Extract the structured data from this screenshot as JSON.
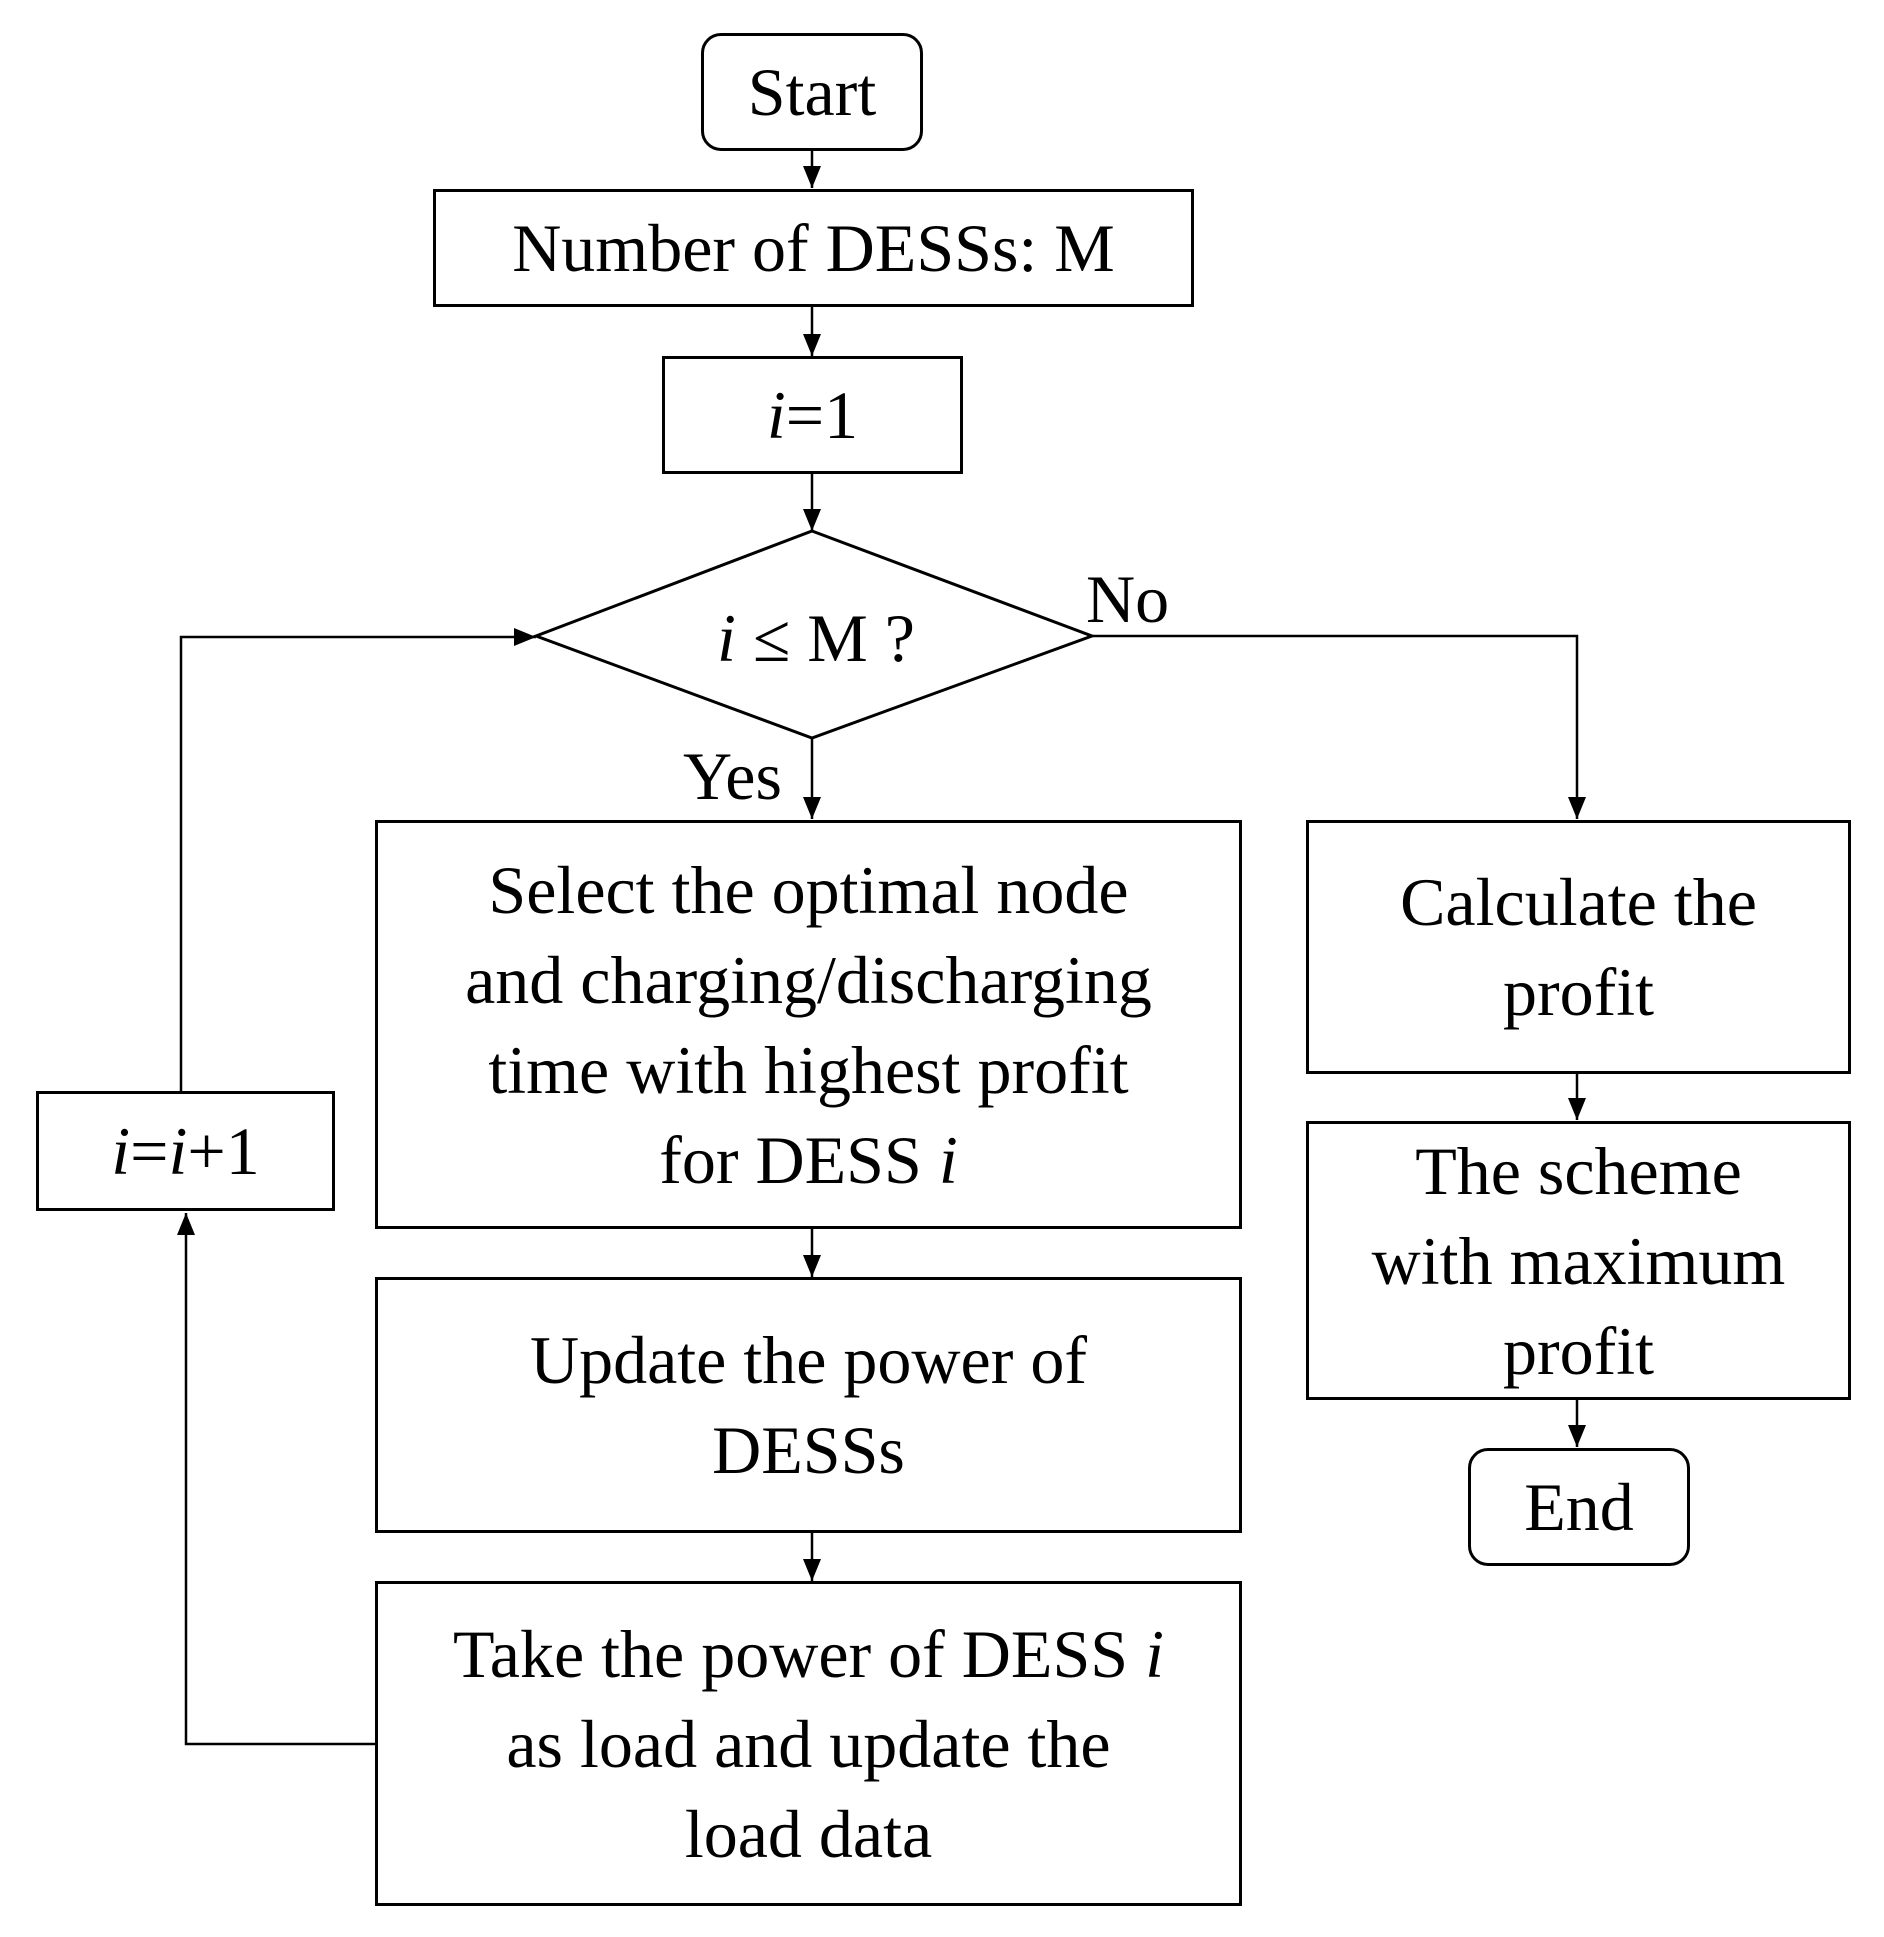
{
  "nodes": {
    "start": {
      "text": "Start"
    },
    "number_of_dess": {
      "text": "Number of DESSs: M"
    },
    "init_i": {
      "var": "i",
      "rest": "=1"
    },
    "decision": {
      "var": "i",
      "op": "≤",
      "rest": "M ?"
    },
    "select_node": {
      "line1": "Select the optimal node",
      "line2": "and charging/discharging",
      "line3": "time with highest profit",
      "line4": "for DESS ",
      "line4_var": "i"
    },
    "update_power": {
      "line1": "Update the power of",
      "line2": "DESSs"
    },
    "take_power": {
      "line1": "Take the power of DESS ",
      "line1_var": "i",
      "line2": "as load and update the",
      "line3": "load data"
    },
    "increment": {
      "var1": "i",
      "eq": "=",
      "var2": "i",
      "rest": "+1"
    },
    "calculate_profit": {
      "line1": "Calculate the",
      "line2": "profit"
    },
    "max_scheme": {
      "line1": "The scheme",
      "line2": "with maximum",
      "line3": "profit"
    },
    "end": {
      "text": "End"
    }
  },
  "edge_labels": {
    "no": "No",
    "yes": "Yes"
  },
  "colors": {
    "stroke": "#000000",
    "fill": "#ffffff",
    "text": "#000000"
  }
}
